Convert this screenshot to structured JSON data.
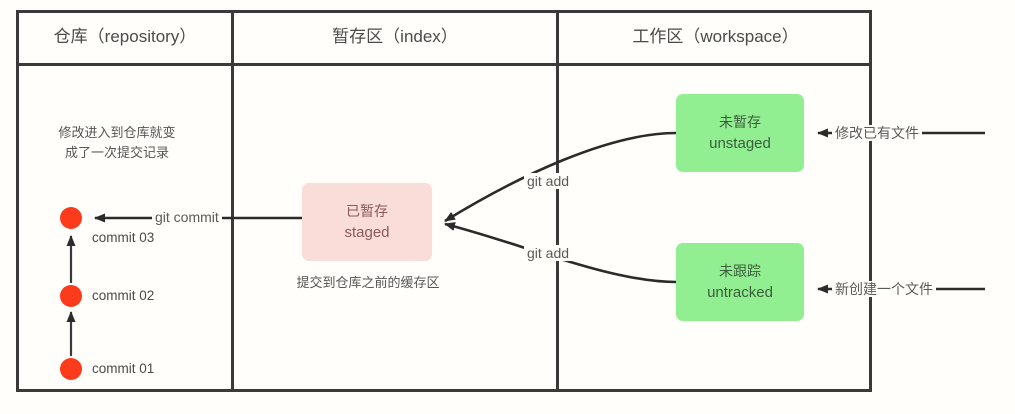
{
  "columns": [
    {
      "title": "仓库（repository）"
    },
    {
      "title": "暂存区（index）"
    },
    {
      "title": "工作区（workspace）"
    }
  ],
  "repository": {
    "note": "修改进入到仓库就变\n成了一次提交记录",
    "commits": [
      {
        "label": "commit  03",
        "color": "#fb3b1c"
      },
      {
        "label": "commit  02",
        "color": "#fb3b1c"
      },
      {
        "label": "commit  01",
        "color": "#fb3b1c"
      }
    ]
  },
  "index": {
    "box": {
      "cn": "已暂存",
      "en": "staged",
      "fill": "#fadcd8",
      "text": "#8a5a58"
    },
    "note": "提交到仓库之前的缓存区"
  },
  "workspace": {
    "unstaged": {
      "cn": "未暂存",
      "en": "unstaged",
      "fill": "#91ee91",
      "text": "#3c5c3c"
    },
    "untracked": {
      "cn": "未跟踪",
      "en": "untracked",
      "fill": "#91ee91",
      "text": "#3c5c3c"
    }
  },
  "edges": {
    "git_commit": "git commit",
    "git_add_top": "git add",
    "git_add_bottom": "git add",
    "modify_existing": "修改已有文件",
    "create_new": "新创建一个文件"
  },
  "style": {
    "frame_color": "#3a3a3a",
    "arrow_color": "#2b2b2b",
    "background": "#fffefb"
  }
}
